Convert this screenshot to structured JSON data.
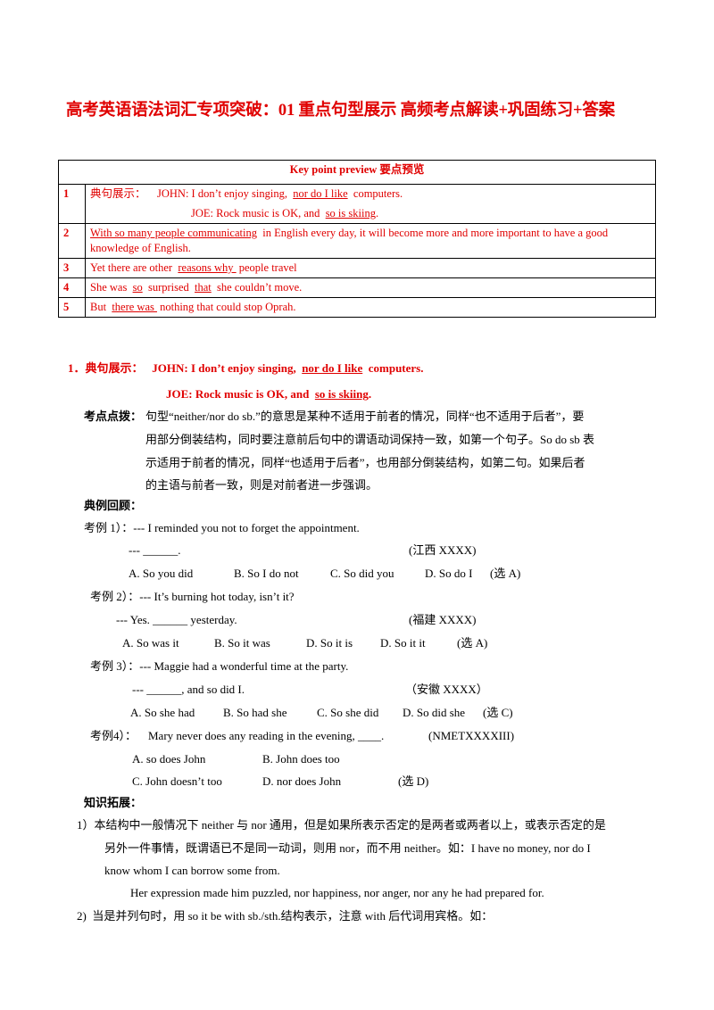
{
  "title": "高考英语语法词汇专项突破：01 重点句型展示  高频考点解读+巩固练习+答案",
  "table": {
    "header": "Key point preview 要点预览",
    "rows": [
      {
        "num": "1",
        "line1": {
          "prefix": "典句展示：    JOHN: I don’t enjoy singing,  ",
          "underline": "nor do I like",
          "suffix": "  computers."
        },
        "line2": {
          "prefix": "JOE: Rock music is OK, and  ",
          "underline": "so is skiing",
          "suffix": "."
        }
      },
      {
        "num": "2",
        "underline": "With so many people communicating",
        "suffix": "  in English every day, it will become more and more important to have a good knowledge of English."
      },
      {
        "num": "3",
        "prefix": "Yet there are other  ",
        "underline": "reasons why ",
        "suffix": " people travel"
      },
      {
        "num": "4",
        "prefix": "She was  ",
        "u1": "so",
        "mid": "  surprised  ",
        "u2": "that",
        "suffix": "  she couldn’t move."
      },
      {
        "num": "5",
        "prefix": "But  ",
        "underline": "there was ",
        "suffix": " nothing that could stop Oprah."
      }
    ]
  },
  "section1": {
    "h1_prefix": "1．典句展示：   JOHN: I don’t enjoy singing,  ",
    "h1_underline": "nor do I like",
    "h1_suffix": "  computers.",
    "h2_prefix": "JOE: Rock music is OK, and  ",
    "h2_underline": "so is skiing",
    "h2_suffix": ".",
    "tip_label": "考点点拨：",
    "tip_lines": [
      "句型“neither/nor do sb.”的意思是某种不适用于前者的情况，同样“也不适用于后者”，要",
      "用部分倒装结构，同时要注意前后句中的谓语动词保持一致，如第一个句子。So do sb 表",
      "示适用于前者的情况，同样“也适用于后者”，也用部分倒装结构，如第二句。如果后者",
      "的主语与前者一致，则是对前者进一步强调。"
    ],
    "examples_label": "典例回顾：",
    "ex1": {
      "q": "考例 1）：--- I reminded you not to forget the appointment.",
      "a": "--- ______.",
      "src": "(江西 XXXX)",
      "options": [
        "A. So you did",
        "B. So I do not",
        "C. So did you",
        "D. So do I"
      ],
      "answer": "(选 A)"
    },
    "ex2": {
      "q": "考例 2）：--- It’s burning hot today, isn’t it?",
      "a": "--- Yes. ______ yesterday.",
      "src": "(福建 XXXX)",
      "options": [
        "A. So was it",
        "B. So it was",
        "D. So it is",
        "D. So it it"
      ],
      "answer": "(选 A)"
    },
    "ex3": {
      "q": "考例 3）：--- Maggie had a wonderful time at the party.",
      "a": "--- ______, and so did I.",
      "src": "（安徽 XXXX）",
      "options": [
        "A. So she had",
        "B. So had she",
        "C. So she did",
        "D. So did she"
      ],
      "answer": "(选 C)"
    },
    "ex4": {
      "q": "考例4）：    Mary never does any reading in the evening, ____.",
      "src": "(NMETXXXXIII)",
      "options": [
        "A. so does John",
        "B. John does too",
        "C. John doesn’t too",
        "D. nor does John"
      ],
      "answer": "(选 D)"
    },
    "ext_label": "知识拓展：",
    "ext_lines": [
      "1）本结构中一般情况下 neither 与 nor 通用，但是如果所表示否定的是两者或两者以上，或表示否定的是",
      "另外一件事情，既谓语已不是同一动词，则用 nor，而不用 neither。如：I have no money, nor do I",
      "know whom I can borrow some from.",
      "Her expression made him puzzled, nor happiness, nor anger, nor any he had prepared for.",
      "2)  当是并列句时，用 so it be with sb./sth.结构表示，注意 with 后代词用宾格。如："
    ]
  }
}
